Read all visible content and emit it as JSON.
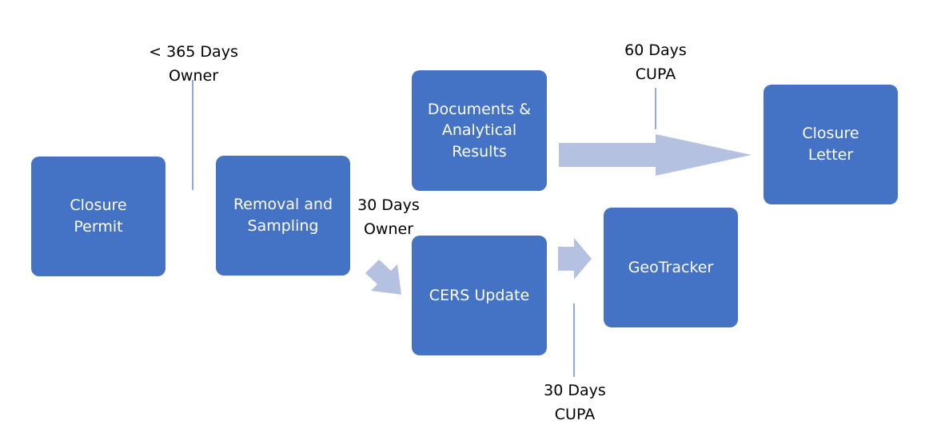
{
  "colors": {
    "box_fill": "#4472C4",
    "box_text": "#FFFFFF",
    "arrow_fill": "#B4C1E1",
    "connector_line": "#4472C4",
    "label_text": "#000000"
  },
  "boxes": {
    "closure_permit": {
      "line1": "Closure",
      "line2": "Permit"
    },
    "removal_sampling": {
      "line1": "Removal and",
      "line2": "Sampling"
    },
    "documents": {
      "line1": "Documents &",
      "line2": "Analytical",
      "line3": "Results"
    },
    "cers_update": {
      "line1": "CERS Update"
    },
    "geotracker": {
      "line1": "GeoTracker"
    },
    "closure_letter": {
      "line1": "Closure",
      "line2": "Letter"
    }
  },
  "labels": {
    "owner_365": {
      "line1": "< 365 Days",
      "line2": "Owner"
    },
    "owner_30": {
      "line1": "30 Days",
      "line2": "Owner"
    },
    "cupa_60": {
      "line1": "60 Days",
      "line2": "CUPA"
    },
    "cupa_30": {
      "line1": "30 Days",
      "line2": "CUPA"
    }
  }
}
